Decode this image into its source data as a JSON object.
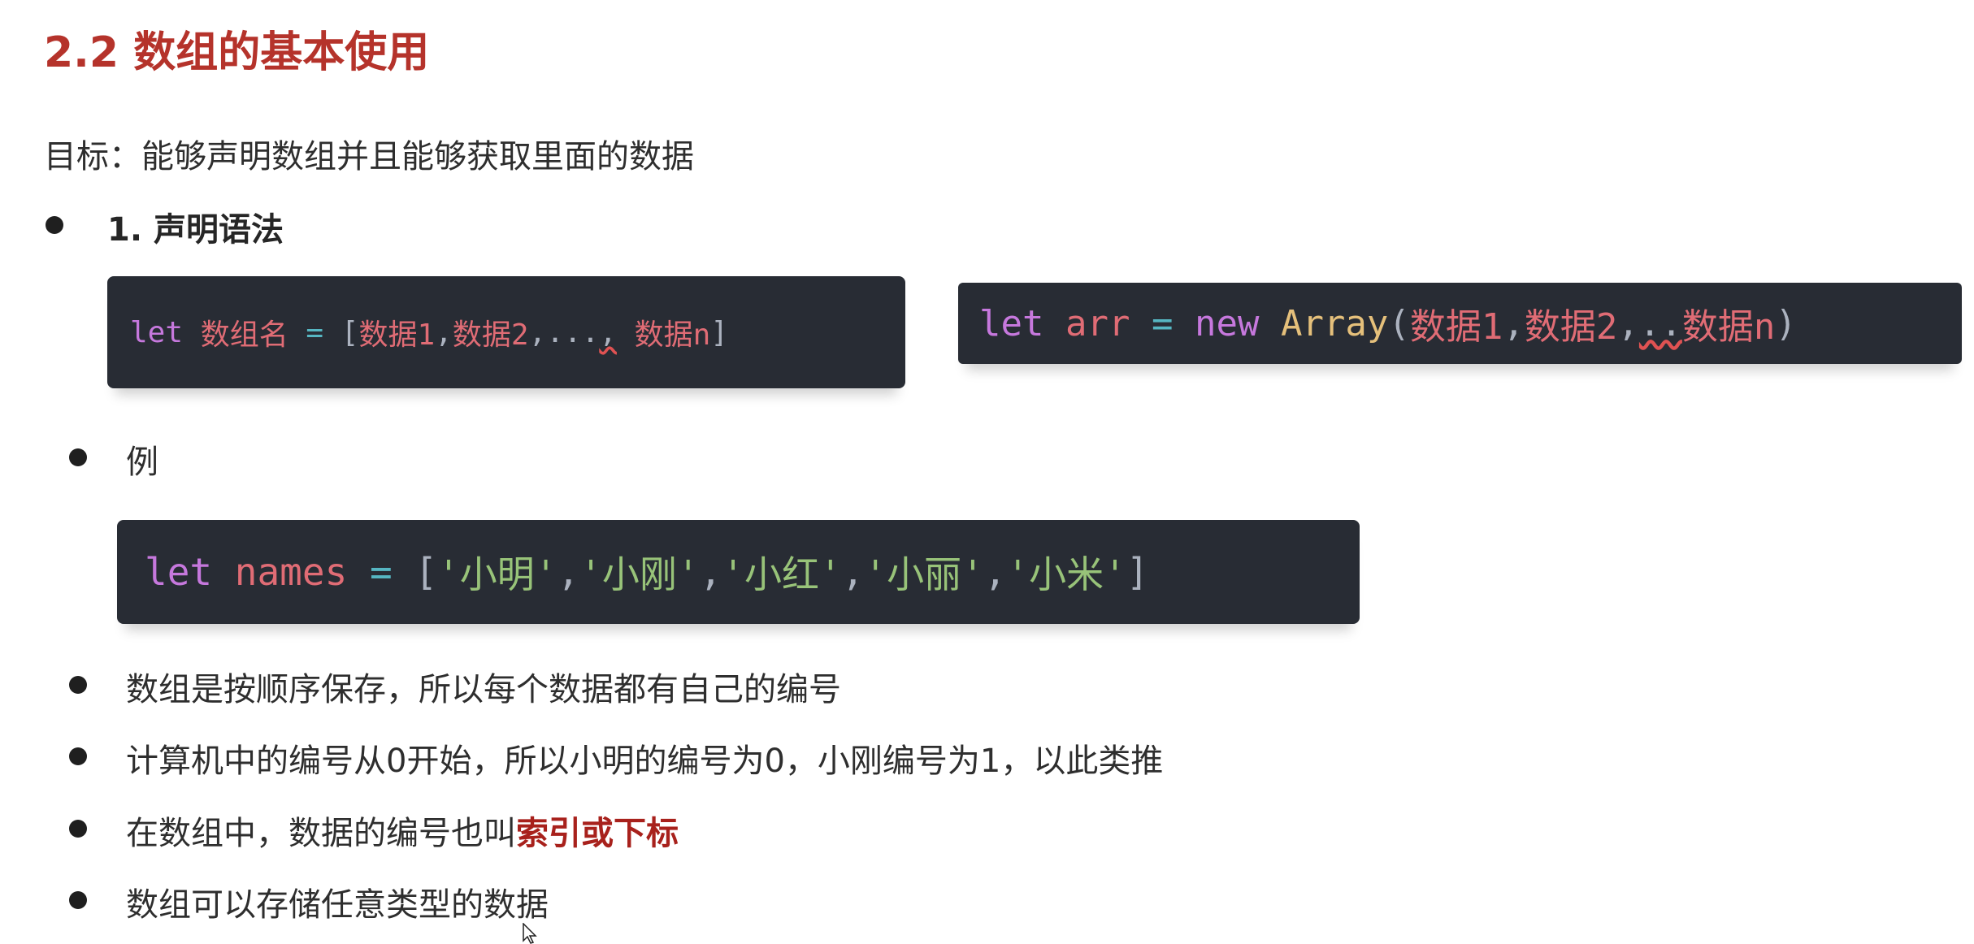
{
  "heading": "2.2 数组的基本使用",
  "goal": "目标：能够声明数组并且能够获取里面的数据",
  "section_label": "1. 声明语法",
  "code1": {
    "kw": "let",
    "name": "数组名",
    "eq": "=",
    "open": "[",
    "d1": "数据1",
    "c1": ", ",
    "d2": "数据2",
    "c2": ", ",
    "dots": "...",
    "c3": ",",
    "sp": " ",
    "dn": "数据n",
    "close": "]"
  },
  "code2": {
    "kw": "let",
    "name": "arr",
    "eq": "=",
    "new": "new",
    "cls": "Array",
    "open": "(",
    "d1": "数据1",
    "c1": ", ",
    "d2": "数据2",
    "c2": ", ",
    "dots": "..",
    "dn": "数据n",
    "close": ")"
  },
  "example_label": "例",
  "code3": {
    "kw": "let",
    "name": "names",
    "eq": "=",
    "open": "[",
    "s1": "'小明'",
    "s2": "'小刚'",
    "s3": "'小红'",
    "s4": "'小丽'",
    "s5": "'小米'",
    "comma": ", ",
    "close": "]"
  },
  "items": [
    "数组是按顺序保存，所以每个数据都有自己的编号",
    "计算机中的编号从0开始，所以小明的编号为0，小刚编号为1，以此类推",
    "在数组中，数据的编号也叫",
    "数组可以存储任意类型的数据"
  ],
  "highlight_text": "索引或下标",
  "colors": {
    "heading": "#b5332b",
    "highlight": "#a8211c",
    "code_bg": "#282c34"
  }
}
